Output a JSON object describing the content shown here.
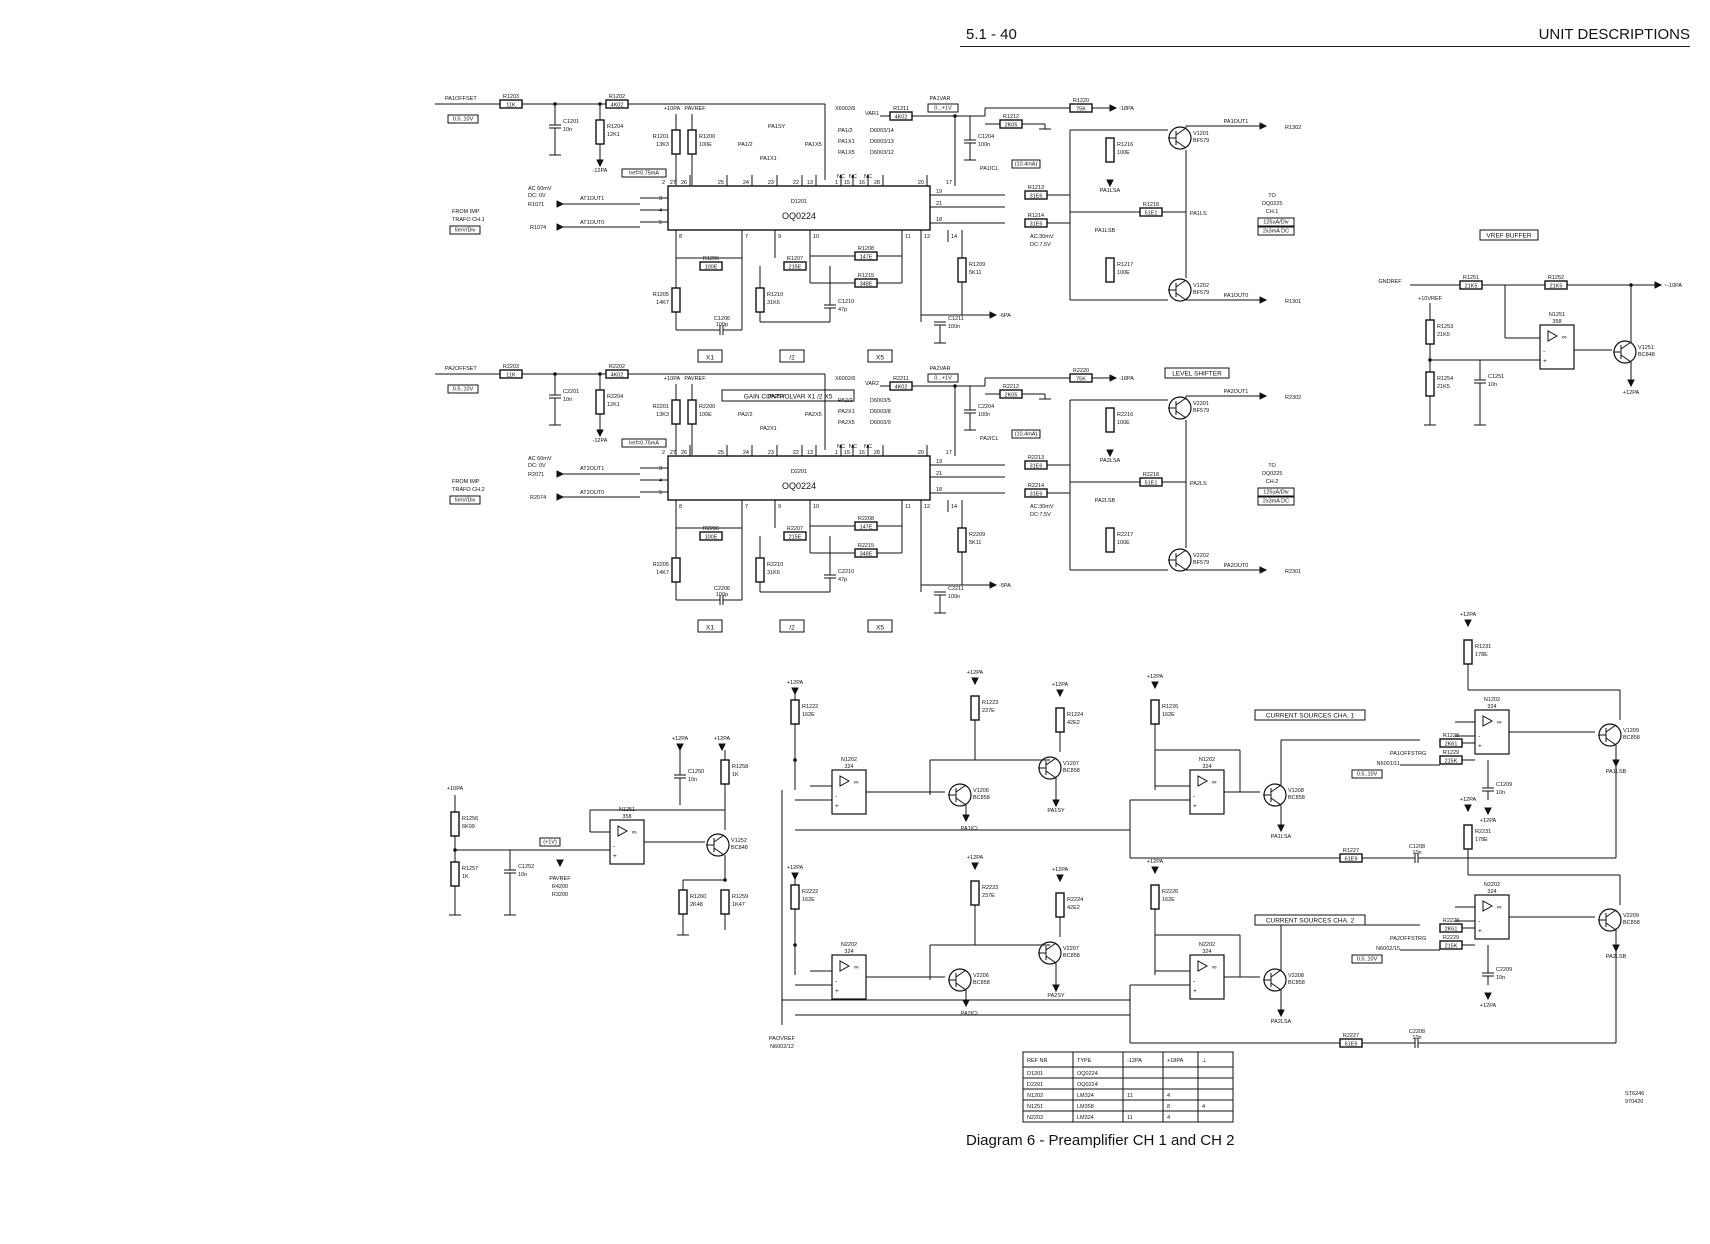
{
  "header": {
    "page_number": "5.1 - 40",
    "section": "UNIT DESCRIPTIONS"
  },
  "caption": "Diagram 6 - Preamplifier CH 1 and CH 2",
  "drawing_code": "ST6246\n970420",
  "channels": [
    {
      "ic": "D1201",
      "ic_type": "OQ0224",
      "offset_net": "PA1OFFSET",
      "offset_range": "0.5..10V",
      "var_net": "PA1VAR",
      "var_range": "0...+1V",
      "iref": "Iref=0.75mA",
      "pavref": "PAVREF",
      "var": "VAR1",
      "in_from": "FROM IMP",
      "in_trafo": "TRAFO CH.1",
      "in_scale": "5mV/Div",
      "ac_in": "AC 60mV",
      "dc_in": "DC: 0V",
      "in1_res": "R1071",
      "in2_res": "R1074",
      "in1_net": "AT1OUT1",
      "in0_net": "AT1OUT0",
      "dbus": "X6002/6",
      "dsel": [
        "PA1/2",
        "PA1X1",
        "PA1X5"
      ],
      "dsel_pin": [
        "D6003/14",
        "D6003/13",
        "D6003/12"
      ],
      "pa_sy": "PA1SY",
      "pa_icl": "PA1ICL",
      "pa_lsa": "PA1LSA",
      "pa_lsb": "PA1LSB",
      "pa_ls": "PA1LS",
      "out1": "PA1OUT1",
      "out0": "PA1OUT0",
      "r_out1": "R1302",
      "r_out0": "R1301",
      "to": "TO",
      "to_ic": "OQ0225",
      "to_ch": "CH.1",
      "to_scale": "125uA/Div",
      "to_dc": "2x3mA  DC",
      "ac_out": "AC:30mV",
      "dc_out": "DC:7,5V",
      "ilim": "(10.4mA)",
      "res": [
        [
          "R1203",
          "11K"
        ],
        [
          "R1202",
          "4K02"
        ],
        [
          "R1204",
          "12K1"
        ],
        [
          "R1201",
          "13K3"
        ],
        [
          "R1200",
          "100E"
        ],
        [
          "R1211",
          "4K02"
        ],
        [
          "R1212",
          "2K05"
        ],
        [
          "R1220",
          "75K"
        ],
        [
          "R1213",
          "31E6"
        ],
        [
          "R1214",
          "31E6"
        ],
        [
          "R1216",
          "100E"
        ],
        [
          "R1217",
          "100E"
        ],
        [
          "R1218",
          "51E1"
        ],
        [
          "R1206",
          "100E"
        ],
        [
          "R1207",
          "215E"
        ],
        [
          "R1208",
          "147E"
        ],
        [
          "R1215",
          "348E"
        ],
        [
          "R1205",
          "14K7"
        ],
        [
          "R1210",
          "31K6"
        ],
        [
          "R1209",
          "5K11"
        ]
      ],
      "caps": [
        [
          "C1201",
          "10n"
        ],
        [
          "C1204",
          "100n"
        ],
        [
          "C1206",
          "100p"
        ],
        [
          "C1210",
          "47p"
        ],
        [
          "C1211",
          "100n"
        ]
      ],
      "trans": [
        [
          "V1201",
          "BF579"
        ],
        [
          "V1202",
          "BF579"
        ]
      ],
      "gain_sel": [
        "X1",
        "/2",
        "X5"
      ]
    },
    {
      "ic": "D2201",
      "ic_type": "OQ0224",
      "offset_net": "PA2OFFSET",
      "offset_range": "0.5..10V",
      "var_net": "PA2VAR",
      "var_range": "0...+1V",
      "iref": "Iref=0.75mA",
      "pavref": "PAVREF",
      "var": "VAR2",
      "in_from": "FROM IMP",
      "in_trafo": "TRAFO CH.2",
      "in_scale": "5mV/Div",
      "ac_in": "AC 60mV",
      "dc_in": "DC:  0V",
      "in1_res": "R2071",
      "in2_res": "R2074",
      "in1_net": "AT2OUT1",
      "in0_net": "AT2OUT0",
      "dbus": "X6002/6",
      "dsel": [
        "PA2/2",
        "PA2X1",
        "PA2X5"
      ],
      "dsel_pin": [
        "D6003/5",
        "D6003/8",
        "D6003/9"
      ],
      "pa_sy": "PA2SY",
      "pa_icl": "PA2ICL",
      "pa_lsa": "PA2LSA",
      "pa_lsb": "PA2LSB",
      "pa_ls": "PA2LS",
      "out1": "PA2OUT1",
      "out0": "PA2OUT0",
      "r_out1": "R2302",
      "r_out0": "R2301",
      "to": "TO",
      "to_ic": "OQ0225",
      "to_ch": "CH.2",
      "to_scale": "125uA/Div",
      "to_dc": "2x3mA  DC",
      "ac_out": "AC:30mV",
      "dc_out": "DC:7,5V",
      "ilim": "(10.4mA)",
      "res": [
        [
          "R2203",
          "11K"
        ],
        [
          "R2202",
          "4K02"
        ],
        [
          "R2204",
          "12K1"
        ],
        [
          "R2201",
          "13K3"
        ],
        [
          "R2200",
          "100E"
        ],
        [
          "R2211",
          "4K02"
        ],
        [
          "R2212",
          "2K05"
        ],
        [
          "R2220",
          "75K"
        ],
        [
          "R2213",
          "31E6"
        ],
        [
          "R2214",
          "31E6"
        ],
        [
          "R2216",
          "100E"
        ],
        [
          "R2217",
          "100E"
        ],
        [
          "R2218",
          "51E1"
        ],
        [
          "R2206",
          "100E"
        ],
        [
          "R2207",
          "215E"
        ],
        [
          "R2208",
          "147E"
        ],
        [
          "R2215",
          "348E"
        ],
        [
          "R2205",
          "14K7"
        ],
        [
          "R2210",
          "31K6"
        ],
        [
          "R2209",
          "5K11"
        ]
      ],
      "caps": [
        [
          "C2201",
          "10n"
        ],
        [
          "C2204",
          "100n"
        ],
        [
          "C2206",
          "100p"
        ],
        [
          "C2210",
          "47p"
        ],
        [
          "C2211",
          "100n"
        ]
      ],
      "trans": [
        [
          "V2201",
          "BF579"
        ],
        [
          "V2202",
          "BF579"
        ]
      ],
      "gain_sel": [
        "X1",
        "/2",
        "X5"
      ]
    }
  ],
  "ic_pins": {
    "top": [
      "2",
      "27",
      "26",
      "25",
      "24",
      "23",
      "22",
      "13",
      "1",
      "15",
      "16",
      "28",
      "20",
      "17"
    ],
    "bottom": [
      "8",
      "7",
      "9",
      "10",
      "11",
      "12",
      "14"
    ],
    "right": [
      "19",
      "21",
      "18"
    ],
    "left": [
      "3",
      "4",
      "5"
    ]
  },
  "labels": {
    "gain_control": "GAIN  CONTROLVAR X1  /2  X5",
    "level_shifter": "LEVEL  SHIFTER",
    "vref_buffer": "VREF  BUFFER",
    "cs1": "CURRENT  SOURCES  CHA.  1",
    "cs2": "CURRENT  SOURCES  CHA.  2",
    "gndref": "GNDREF",
    "p10vref": "+10VREF",
    "m10pa": "~-10PA",
    "p12pa": "+12PA",
    "m12pa": "-12PA",
    "p10pa": "+10PA",
    "m18pa": "-18PA",
    "m5pa": "-5PA",
    "m6pa": "-6PA",
    "p1v": "(+1V)",
    "nc": "NC",
    "pa1offstrg": "PA1OFFSTRG",
    "pa2offstrg": "PA2OFFSTRG",
    "n6001": "N6001/11",
    "n6002": "N6002/15",
    "range": "0.5..10V",
    "pavref_list": [
      "PAVREF",
      "R4200",
      "R3200"
    ],
    "paovref": "PAOVREF",
    "paovref_pin": "N6002/12"
  },
  "vref_buffer": {
    "res": [
      [
        "R1251",
        "21K5"
      ],
      [
        "R1252",
        "21K5"
      ],
      [
        "R1253",
        "21K5"
      ],
      [
        "R1254",
        "21K5"
      ]
    ],
    "cap": [
      "C1251",
      "10n"
    ],
    "opamp": [
      "N1251",
      "358"
    ],
    "tr": [
      "V1251",
      "BC848"
    ]
  },
  "current_sources": {
    "left": {
      "res": [
        [
          "R1256",
          "6K09"
        ],
        [
          "R1257",
          "1K"
        ],
        [
          "R1258",
          "1K"
        ],
        [
          "R1260",
          "2K48"
        ],
        [
          "R1259",
          "1K47"
        ]
      ],
      "caps": [
        [
          "C1252",
          "10n"
        ],
        [
          "C1250",
          "10n"
        ]
      ],
      "opamp": [
        "N1251",
        "358"
      ],
      "tr": [
        "V1252",
        "BC848"
      ]
    },
    "ch1": {
      "res": [
        [
          "R1222",
          "162E"
        ],
        [
          "R1223",
          "237E"
        ],
        [
          "R1224",
          "42E2"
        ],
        [
          "R1226",
          "162E"
        ],
        [
          "R1227",
          "61E9"
        ],
        [
          "R1228",
          "2K61"
        ],
        [
          "R1229",
          "215K"
        ],
        [
          "R1231",
          "178E"
        ]
      ],
      "caps": [
        [
          "C1209",
          "10n"
        ],
        [
          "C1208",
          "10n"
        ]
      ],
      "opamps": [
        [
          "N1202",
          "324"
        ],
        [
          "N1202",
          "324"
        ],
        [
          "N1202",
          "324"
        ]
      ],
      "trs": [
        [
          "V1206",
          "BC858"
        ],
        [
          "V1207",
          "BC858"
        ],
        [
          "V1208",
          "BC858"
        ],
        [
          "V1209",
          "BC858"
        ]
      ]
    },
    "ch2": {
      "res": [
        [
          "R2222",
          "162E"
        ],
        [
          "R2223",
          "237E"
        ],
        [
          "R2224",
          "42E2"
        ],
        [
          "R2226",
          "162E"
        ],
        [
          "R2227",
          "61E9"
        ],
        [
          "R2228",
          "2K61"
        ],
        [
          "R2229",
          "215K"
        ],
        [
          "R2231",
          "178E"
        ]
      ],
      "caps": [
        [
          "C2209",
          "10n"
        ],
        [
          "C2208",
          "10n"
        ]
      ],
      "opamps": [
        [
          "N2202",
          "324"
        ],
        [
          "N2202",
          "324"
        ],
        [
          "N2202",
          "324"
        ]
      ],
      "trs": [
        [
          "V2206",
          "BC858"
        ],
        [
          "V2207",
          "BC858"
        ],
        [
          "V2208",
          "BC858"
        ],
        [
          "V2209",
          "BC858"
        ]
      ]
    }
  },
  "ref_table": {
    "headers": [
      "REF  NR",
      "TYPE",
      "-12PA",
      "+18PA",
      "⊥"
    ],
    "rows": [
      [
        "D1201",
        "OQ0224",
        "",
        "",
        ""
      ],
      [
        "D2201",
        "OQ0224",
        "",
        "",
        ""
      ],
      [
        "N1202",
        "LM324",
        "11",
        "4",
        ""
      ],
      [
        "N1251",
        "LM358",
        "",
        "8",
        "4"
      ],
      [
        "N2202",
        "LM324",
        "11",
        "4",
        ""
      ]
    ]
  }
}
